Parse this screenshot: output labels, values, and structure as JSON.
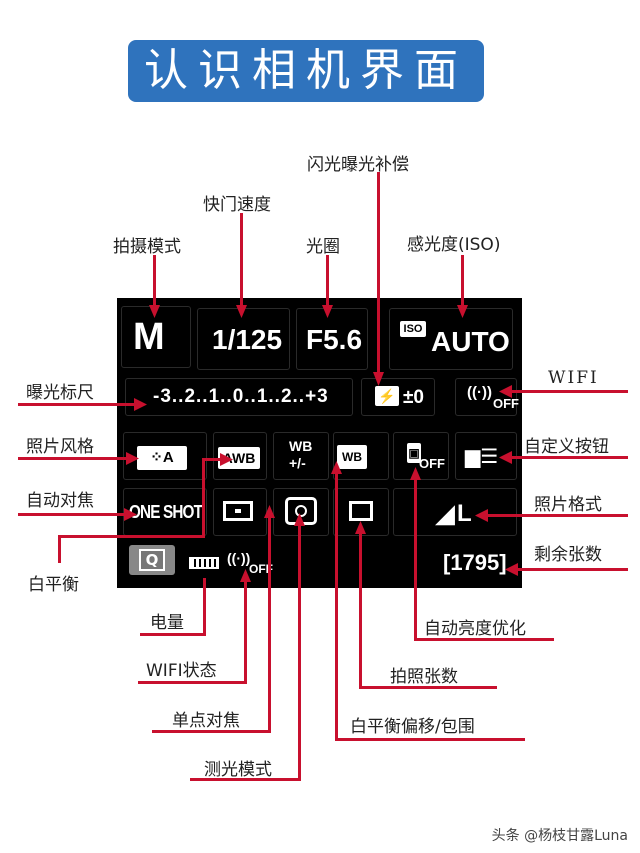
{
  "title": "认识相机界面",
  "camera": {
    "mode": "M",
    "shutter": "1/125",
    "aperture": "F5.6",
    "iso_badge": "ISO",
    "iso_value": "AUTO",
    "exposure_scale": "-3..2..1..0..1..2..+3",
    "flash_comp": "±0",
    "wifi_sub": "OFF",
    "awb": "AWB",
    "wb_shift_top": "WB",
    "wb_shift_bottom": "+/-",
    "alo_sub": "OFF",
    "af_mode": "ONE SHOT",
    "quality": "L",
    "q_button": "Q",
    "wifi_status_sub": "OFF",
    "shots_remaining": "[1795]"
  },
  "labels": {
    "shooting_mode": "拍摄模式",
    "shutter_speed": "快门速度",
    "aperture": "光圈",
    "flash_compensation": "闪光曝光补偿",
    "iso": "感光度(ISO)",
    "exposure_scale": "曝光标尺",
    "wifi": "WIFI",
    "picture_style": "照片风格",
    "custom_button": "自定义按钮",
    "af": "自动对焦",
    "image_format": "照片格式",
    "white_balance": "白平衡",
    "shots_remaining": "剩余张数",
    "battery": "电量",
    "alo": "自动亮度优化",
    "wifi_status": "WIFI状态",
    "drive": "拍照张数",
    "af_point": "单点对焦",
    "wb_shift": "白平衡偏移/包围",
    "metering": "测光模式"
  },
  "footer": "头条 @杨枝甘露Luna",
  "colors": {
    "title_bg": "#2f73bd",
    "line": "#c8102e",
    "screen": "#000000"
  }
}
